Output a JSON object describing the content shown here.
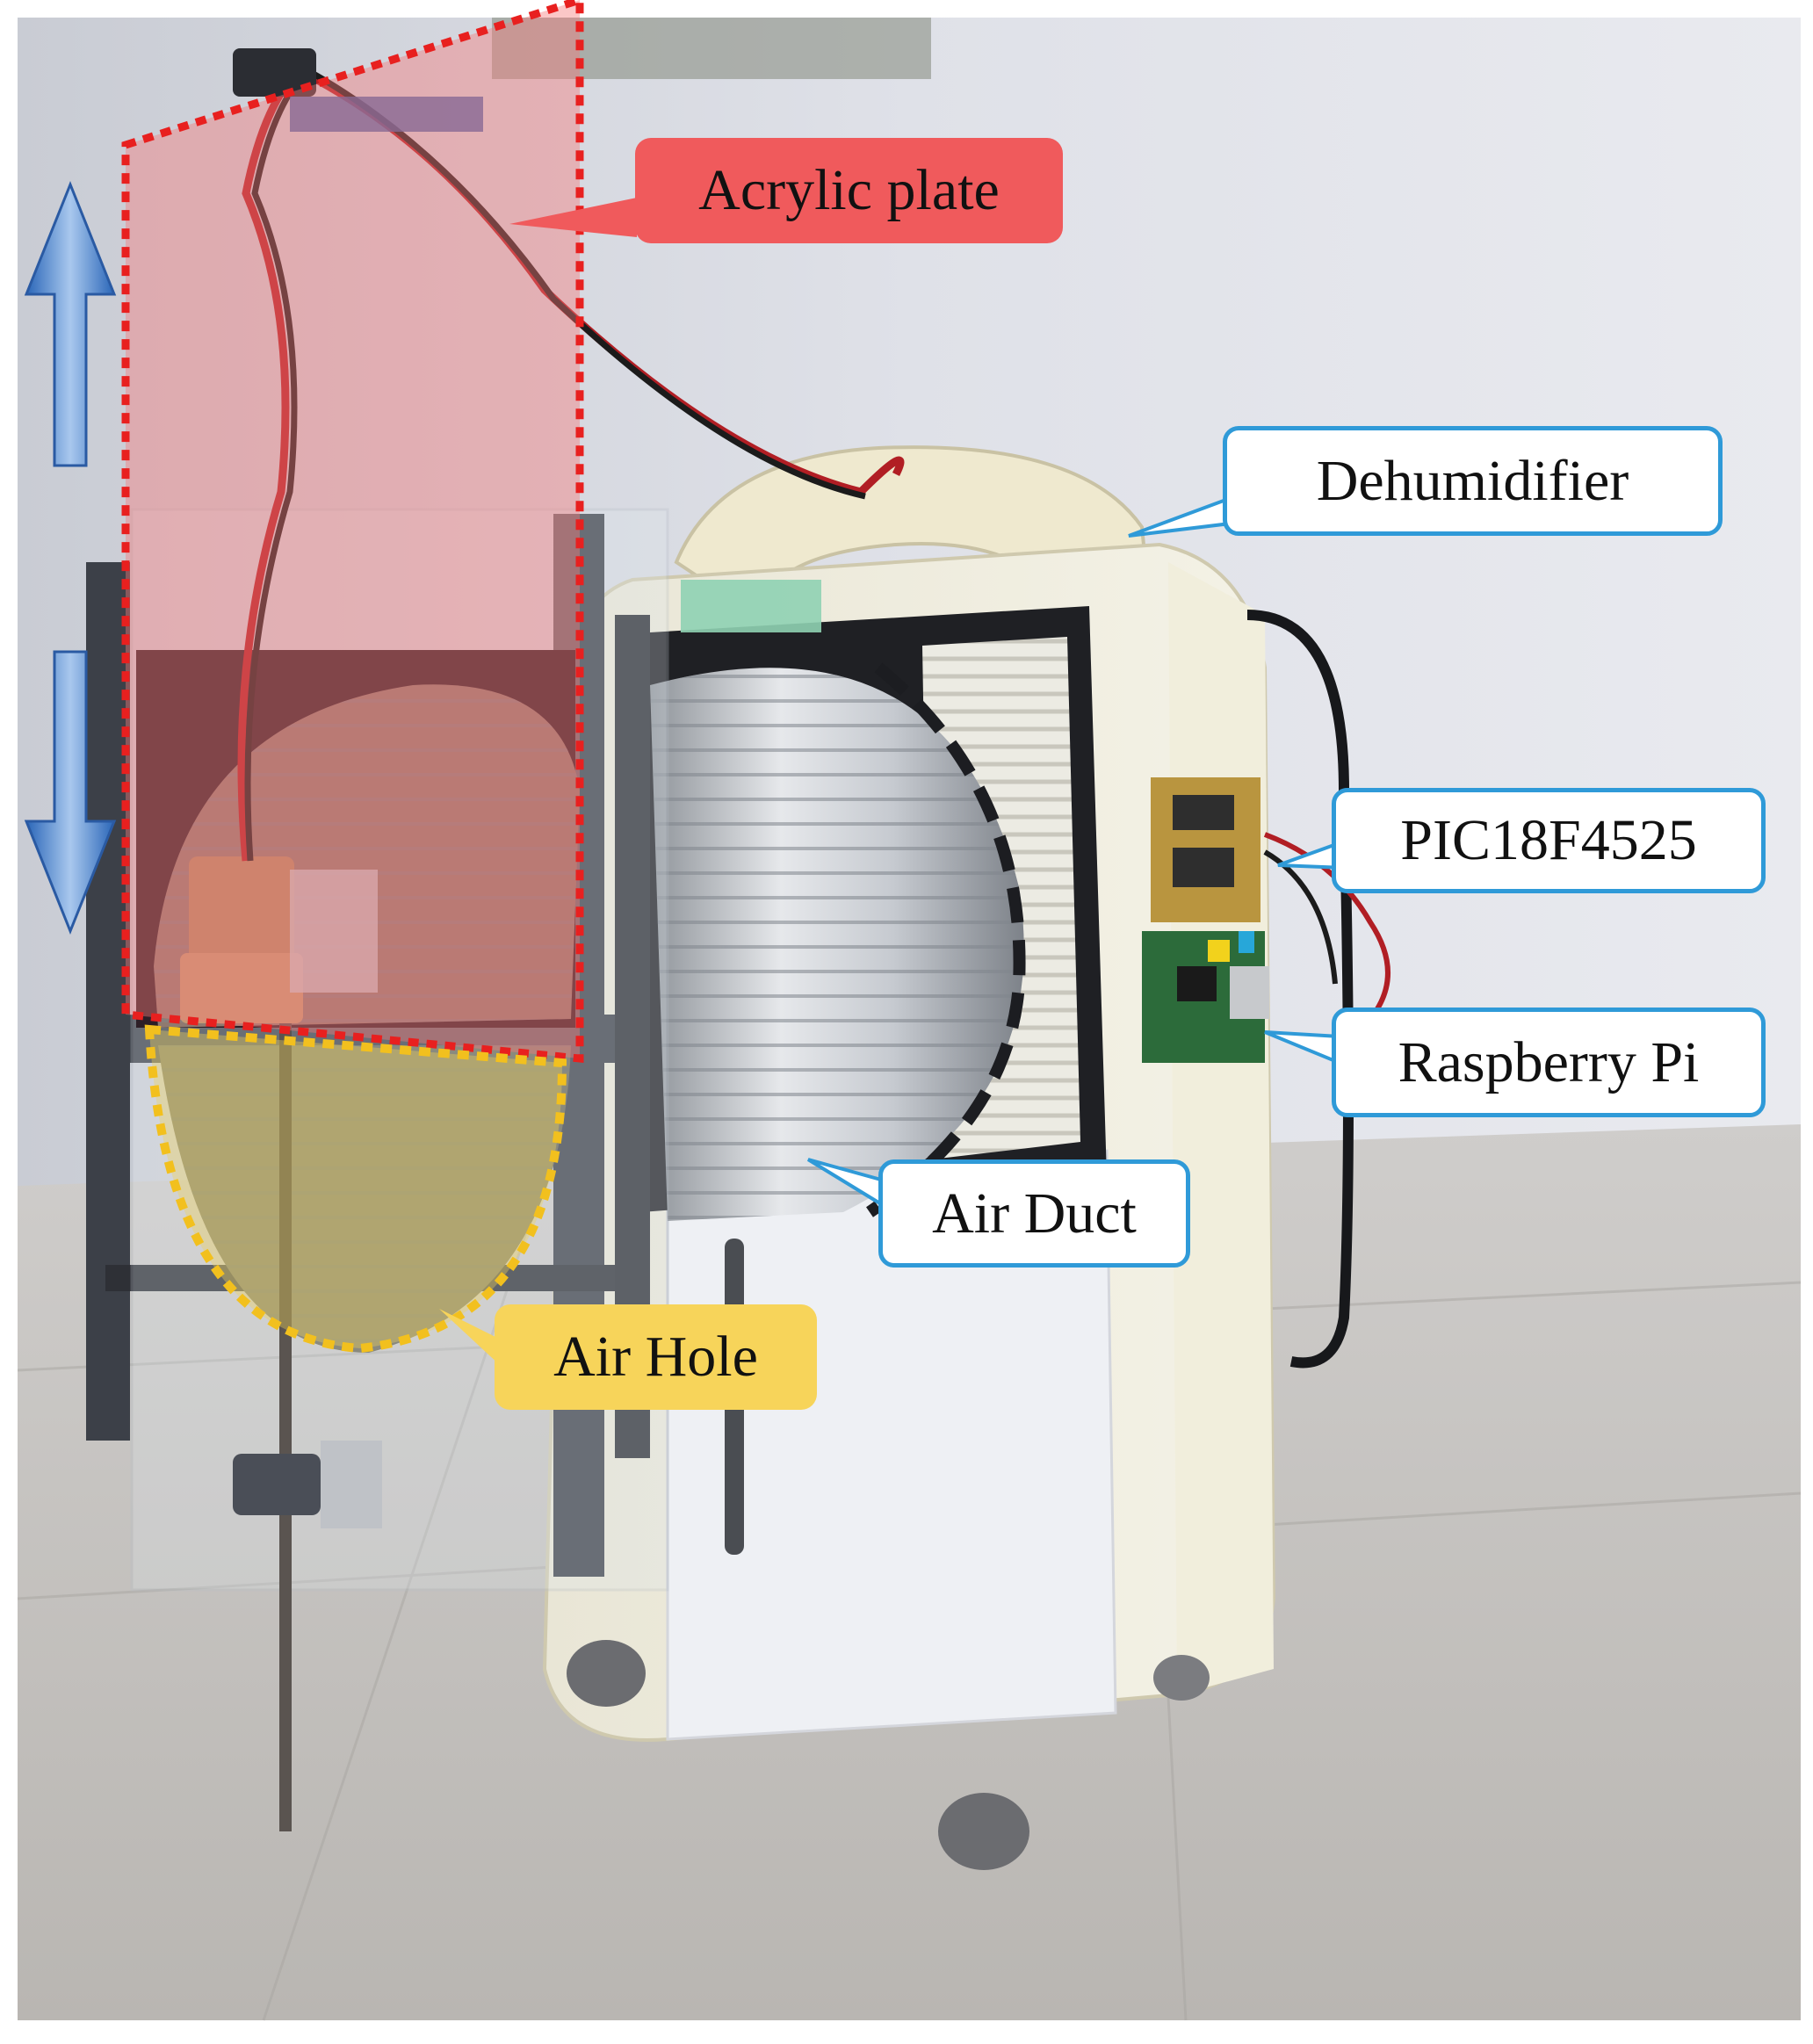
{
  "labels": {
    "acrylic_plate": "Acrylic plate",
    "dehumidifier": "Dehumidifier",
    "pic": "PIC18F4525",
    "raspberry_pi": "Raspberry Pi",
    "air_duct": "Air Duct",
    "air_hole": "Air Hole"
  },
  "colors": {
    "callout_border_blue": "#2f9ad8",
    "acrylic_label_fill": "#f05a5c",
    "acrylic_region_dash": "#e8201f",
    "air_hole_fill": "#f7d45a",
    "air_hole_dash": "#f2c01e",
    "arrow_fill": "#4a86d0"
  },
  "icons": {
    "up_arrow": "arrow-up-icon",
    "down_arrow": "arrow-down-icon"
  }
}
